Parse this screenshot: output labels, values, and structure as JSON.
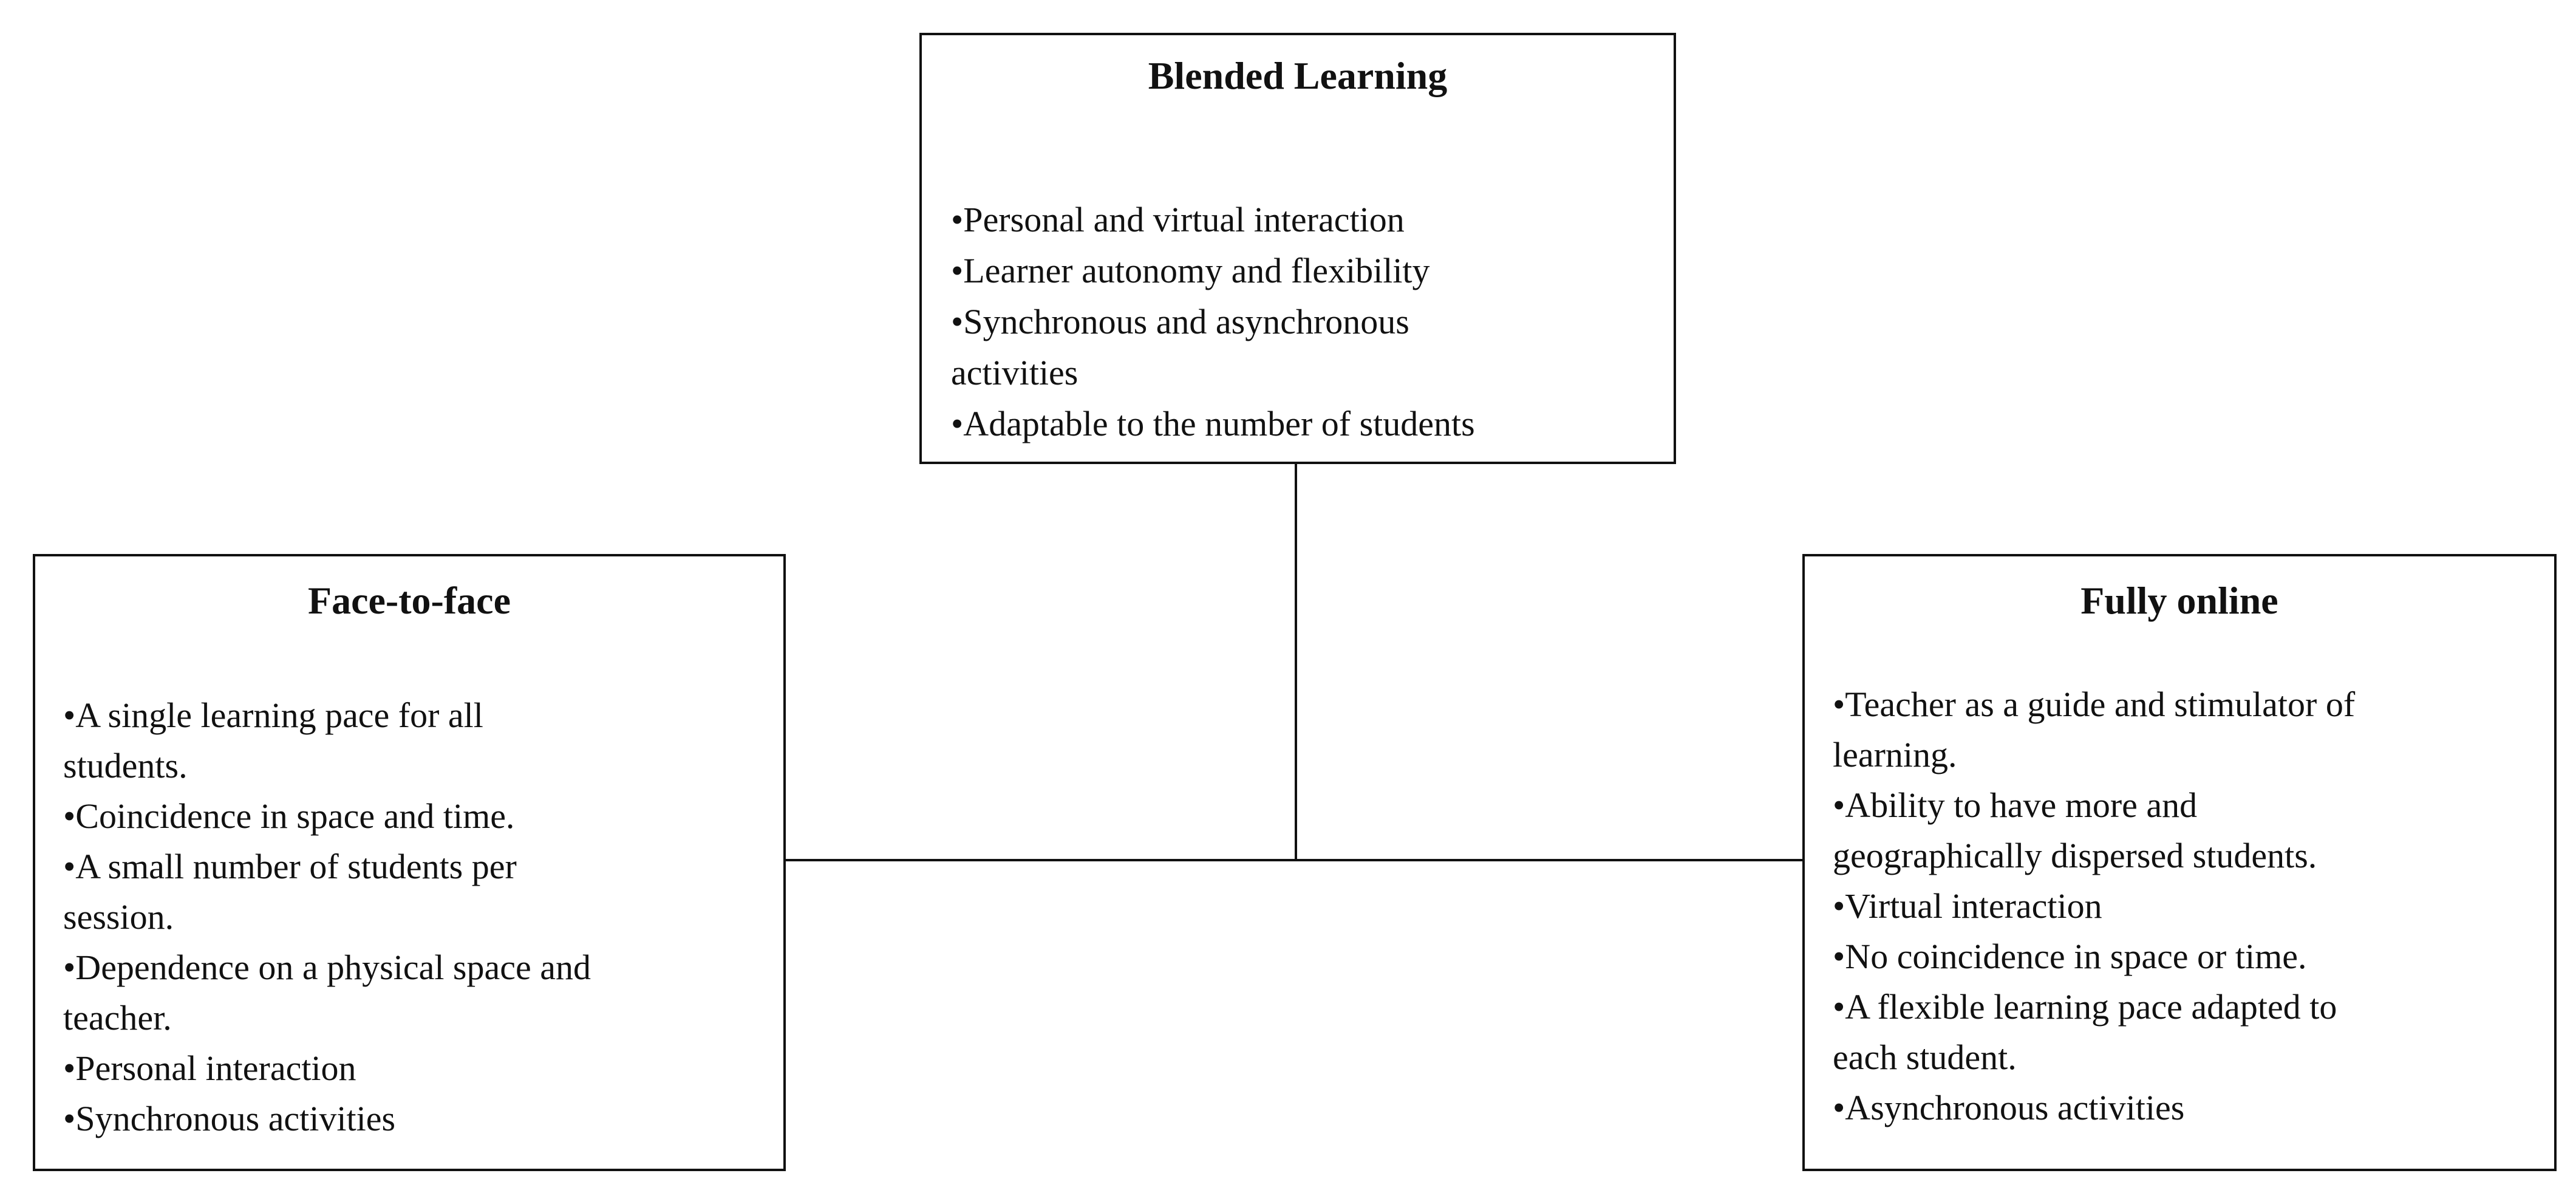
{
  "boxes": {
    "blended": {
      "title": "Blended Learning",
      "items": [
        "•Personal and virtual interaction",
        "•Learner autonomy and flexibility",
        "•Synchronous and asynchronous",
        "activities",
        "•Adaptable to the number of students"
      ]
    },
    "face": {
      "title": "Face-to-face",
      "items": [
        "•A single learning pace for all",
        "students.",
        "•Coincidence in space and time.",
        "•A small number of students per",
        "session.",
        "•Dependence  on a physical space and",
        "teacher.",
        "•Personal interaction",
        "•Synchronous activities"
      ]
    },
    "online": {
      "title": "Fully online",
      "items": [
        "•Teacher as a guide and stimulator of",
        "learning.",
        "•Ability to have more and",
        "geographically dispersed students.",
        "•Virtual interaction",
        "•No coincidence in space or time.",
        "•A flexible learning pace adapted to",
        "each student.",
        "•Asynchronous activities"
      ]
    }
  }
}
